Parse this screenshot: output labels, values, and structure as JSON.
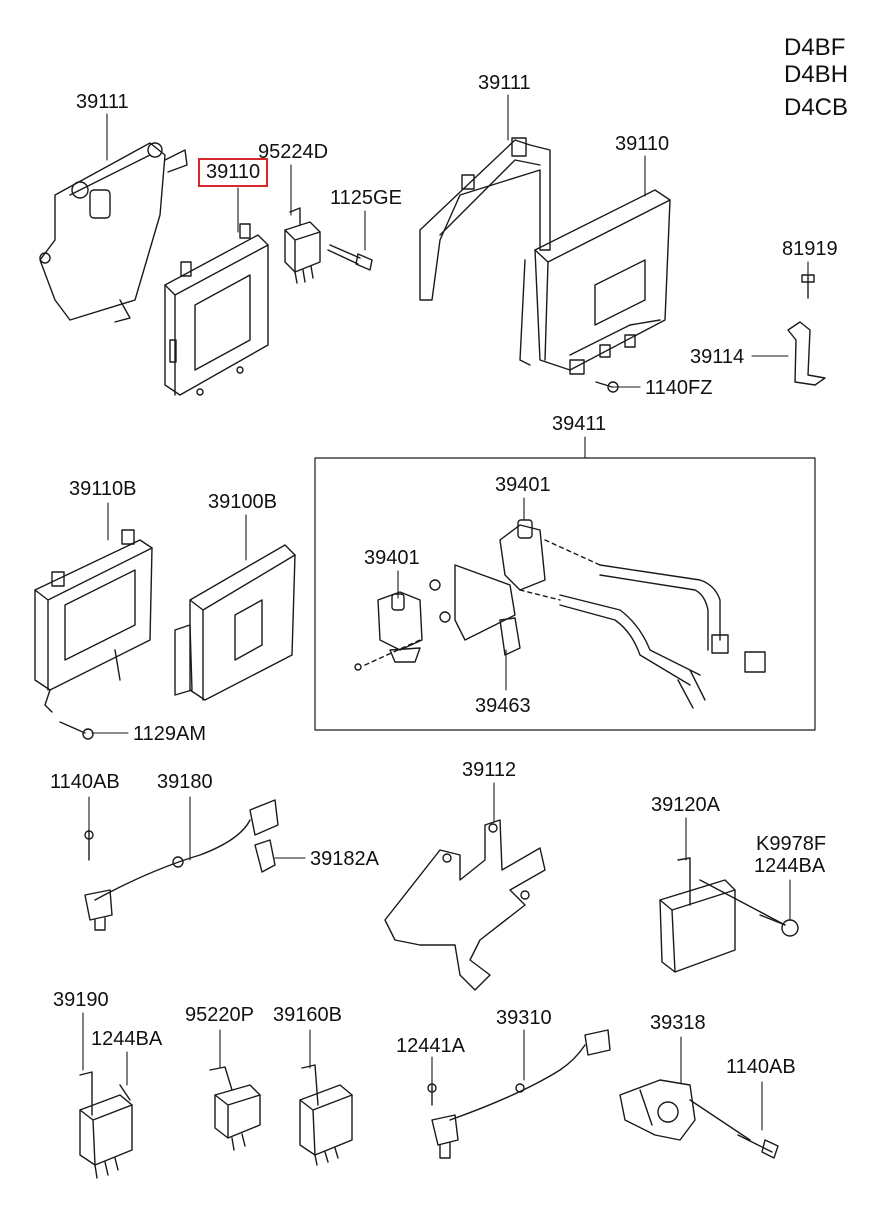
{
  "engine_codes": [
    "D4BF",
    "D4BH",
    "D4CB"
  ],
  "highlight_color": "#d9262c",
  "labels": {
    "p39111_a": "39111",
    "p39110_a": "39110",
    "p95224D": "95224D",
    "p1125GE": "1125GE",
    "p39111_b": "39111",
    "p39110_b": "39110",
    "p81919": "81919",
    "p39114": "39114",
    "p1140FZ": "1140FZ",
    "p39411": "39411",
    "p39110B": "39110B",
    "p39100B": "39100B",
    "p39401_a": "39401",
    "p39401_b": "39401",
    "p39463": "39463",
    "p1129AM": "1129AM",
    "p1140AB_a": "1140AB",
    "p39180": "39180",
    "p39182A": "39182A",
    "p39112": "39112",
    "p39120A": "39120A",
    "pK9978F": "K9978F",
    "p1244BA_a": "1244BA",
    "p39190": "39190",
    "p1244BA_b": "1244BA",
    "p95220P": "95220P",
    "p39160B": "39160B",
    "p12441A": "12441A",
    "p39310": "39310",
    "p39318": "39318",
    "p1140AB_b": "1140AB"
  }
}
